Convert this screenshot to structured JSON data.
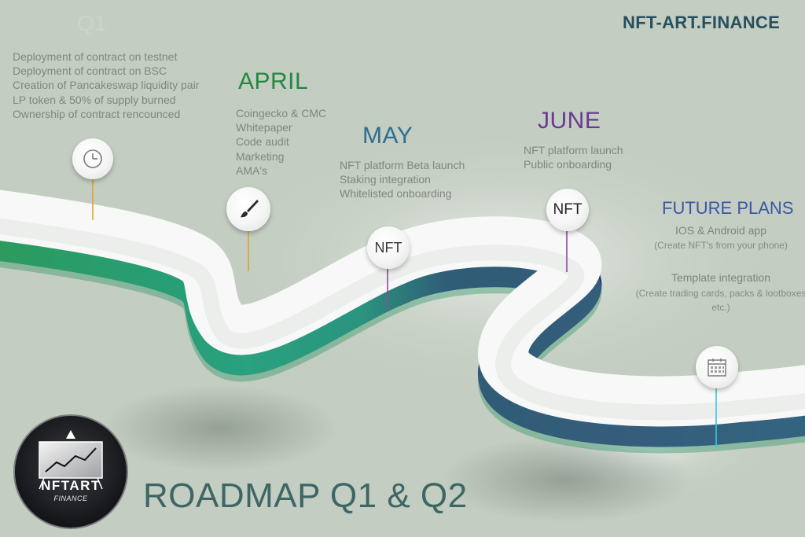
{
  "brand": "NFT-ART.FINANCE",
  "roadmap_title": "ROADMAP Q1 & Q2",
  "logo": {
    "main": "NFTART",
    "sub": "FINANCE"
  },
  "q1": {
    "title": "Q1",
    "items": [
      "Deployment of contract on testnet",
      "Deployment of contract on BSC",
      "Creation of Pancakeswap liquidity pair",
      "LP token & 50% of supply burned",
      "Ownership of contract rencounced"
    ],
    "marker_icon": "clock-icon"
  },
  "april": {
    "title": "APRIL",
    "items": [
      "Coingecko & CMC",
      "Whitepaper",
      "Code audit",
      "Marketing",
      "AMA's"
    ],
    "marker_icon": "paintbrush-icon"
  },
  "may": {
    "title": "MAY",
    "items": [
      "NFT platform Beta launch",
      "Staking integration",
      "Whitelisted onboarding"
    ],
    "marker_label": "NFT"
  },
  "june": {
    "title": "JUNE",
    "items": [
      "NFT platform launch",
      "Public onboarding"
    ],
    "marker_label": "NFT"
  },
  "future": {
    "title": "FUTURE PLANS",
    "item1": "IOS & Android app",
    "item1_sub": "(Create NFT's from your phone)",
    "item2": "Template integration",
    "item2_sub": "(Create trading cards, packs & lootboxes etc.)",
    "marker_icon": "calendar-icon"
  },
  "colors": {
    "background": "#c3cdc1",
    "brand": "#274f5e",
    "april": "#25883e",
    "may": "#2e6e90",
    "june": "#6a3891",
    "future": "#3b55a8",
    "road_green": "#1f9a4a",
    "road_teal": "#15a48e",
    "road_navy": "#2b2a7e"
  }
}
